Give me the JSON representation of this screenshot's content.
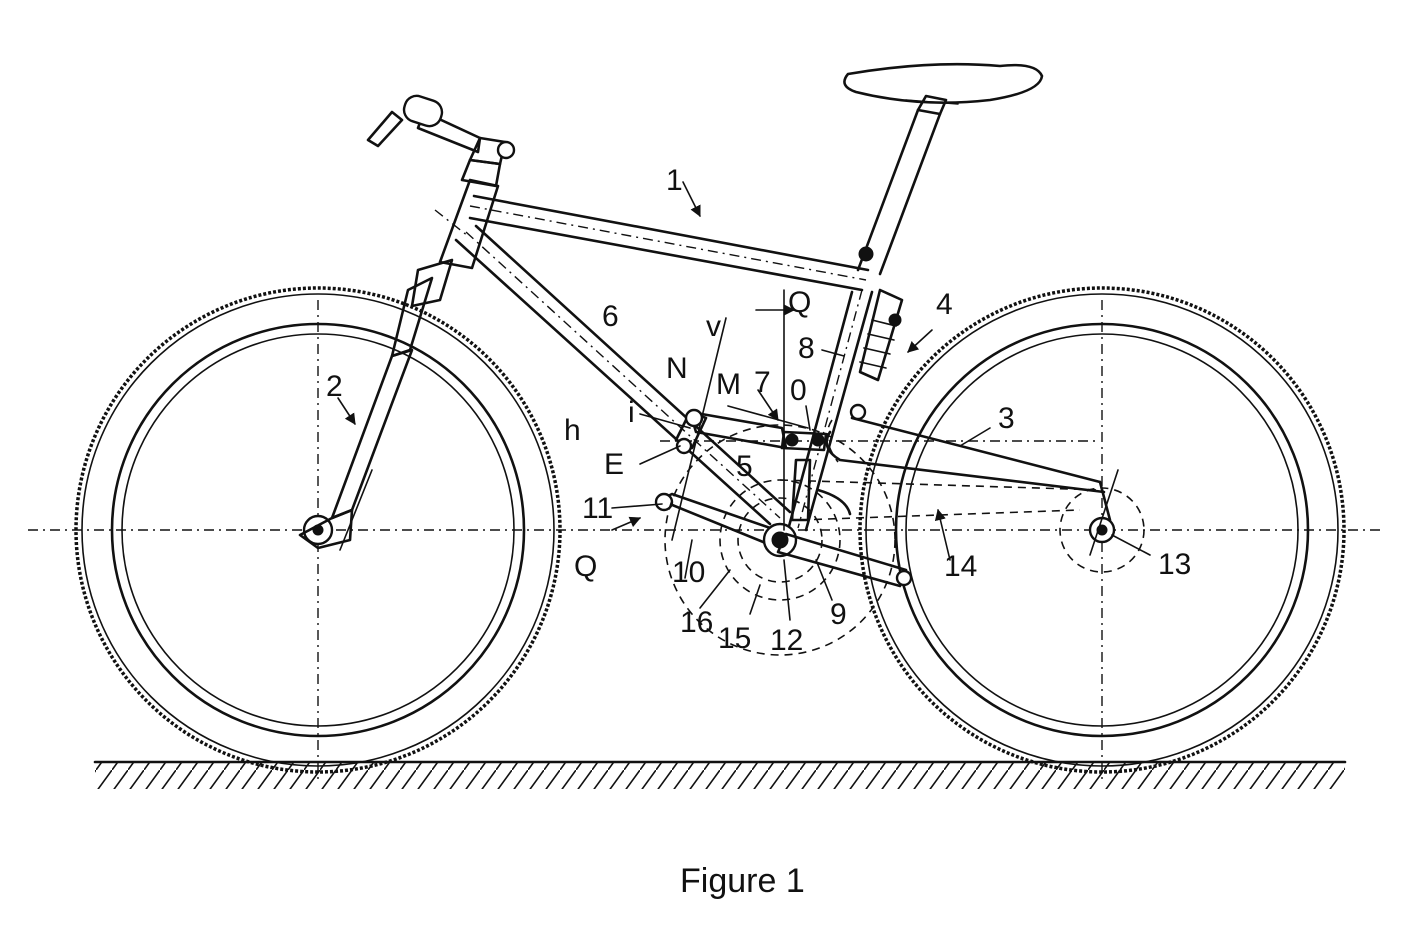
{
  "caption": "Figure 1",
  "labels": {
    "frame": "1",
    "fork": "2",
    "swingarm": "3",
    "shock": "4",
    "link_5": "5",
    "down_tube": "6",
    "link_7": "7",
    "seat_tube": "8",
    "crank_9": "9",
    "link_10": "10",
    "pivot_11": "11",
    "bottom_bracket": "12",
    "rear_hub": "13",
    "chain": "14",
    "chainring_15": "15",
    "chainring_16": "16",
    "N": "N",
    "M": "M",
    "O": "0",
    "E": "E",
    "h": "h",
    "i": "i",
    "v": "v",
    "Q_top": "Q",
    "Q_bottom": "Q"
  }
}
